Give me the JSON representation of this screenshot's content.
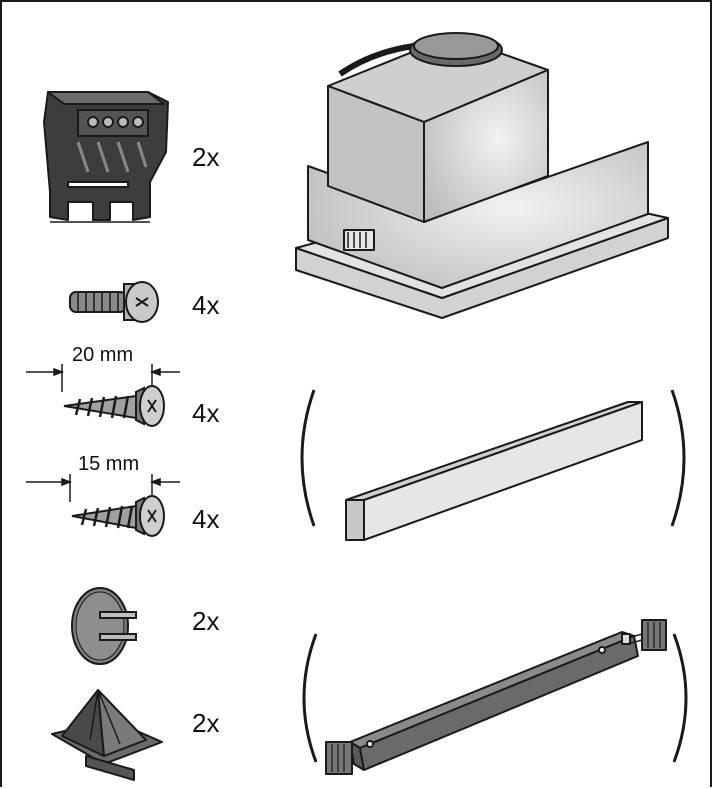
{
  "parts": [
    {
      "name": "mounting-clip",
      "quantity": "2x"
    },
    {
      "name": "machine-screw",
      "quantity": "4x"
    },
    {
      "name": "wood-screw-long",
      "quantity": "4x",
      "length": "20 mm"
    },
    {
      "name": "wood-screw-short",
      "quantity": "4x",
      "length": "15 mm"
    },
    {
      "name": "cover-cap",
      "quantity": "2x"
    },
    {
      "name": "spacer-bracket",
      "quantity": "2x"
    }
  ],
  "colors": {
    "line": "#1a1a1a",
    "part_dark": "#5a5a5a",
    "hood_body": "#d9d9d9",
    "hood_shade": "#bdbdbd"
  }
}
